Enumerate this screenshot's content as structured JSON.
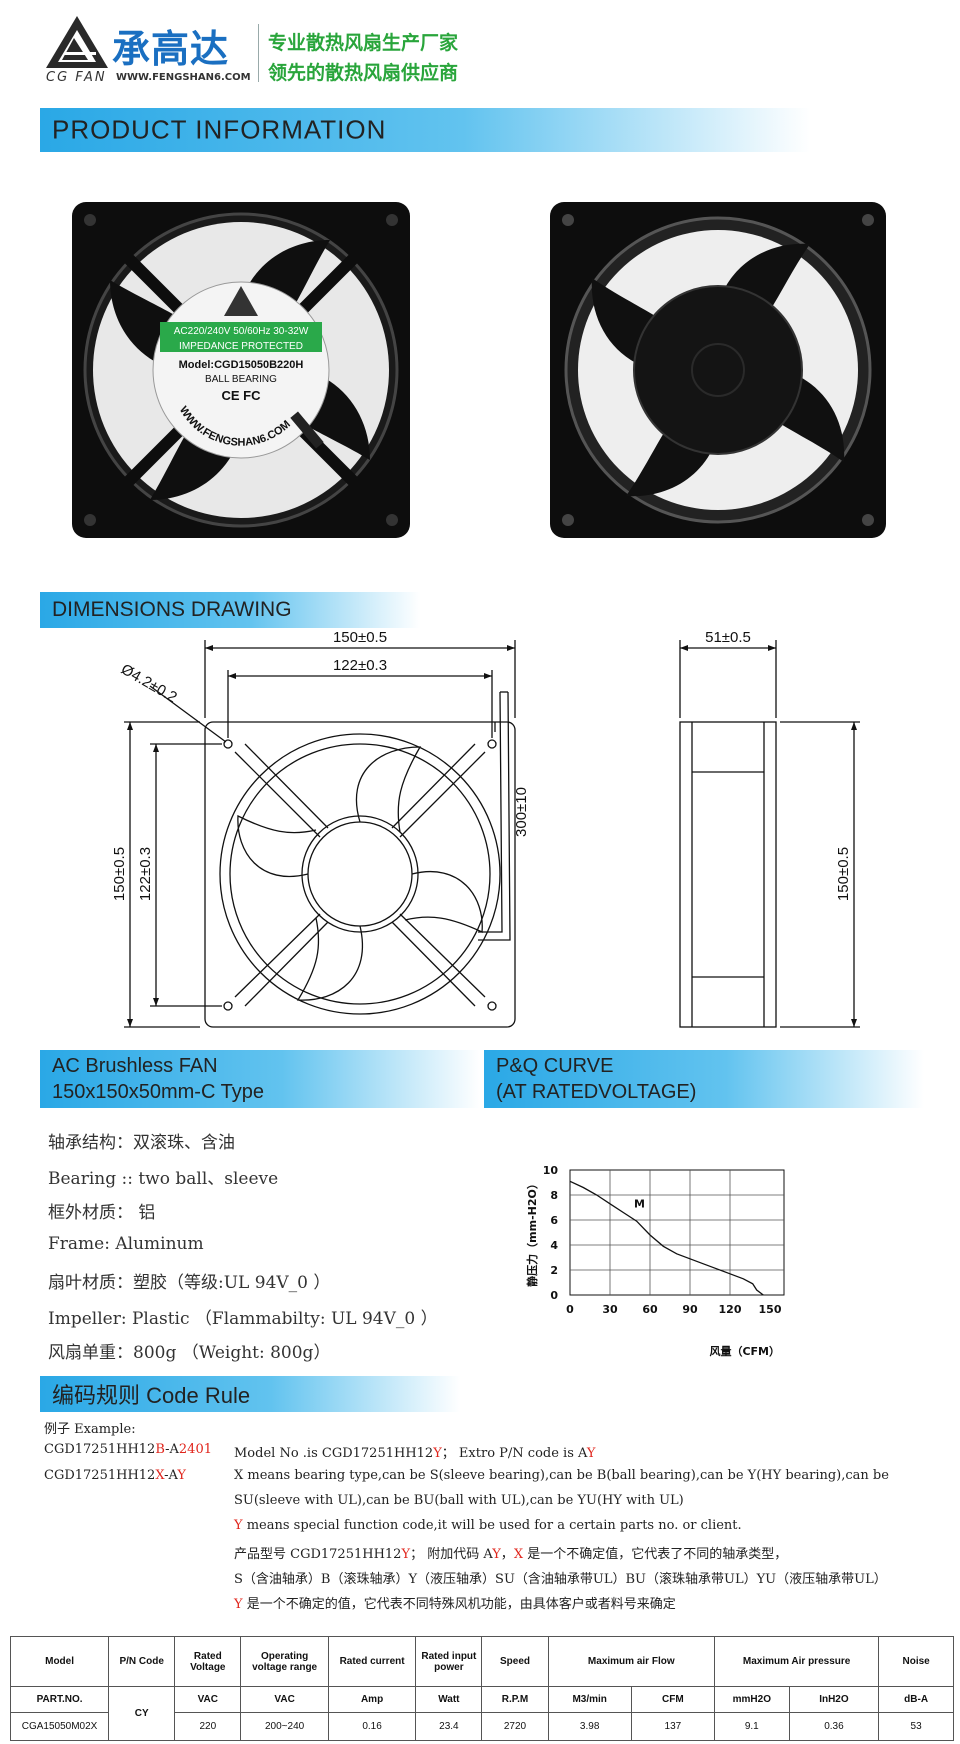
{
  "header": {
    "logo_cn": "承高达",
    "logo_en": "CG FAN",
    "logo_url": "WWW.FENGSHAN6.COM",
    "slogan_line1": "专业散热风扇生产厂家",
    "slogan_line2": "领先的散热风扇供应商",
    "brand_color": "#1a6fc1",
    "slogan_color": "#29a53b"
  },
  "sections": {
    "product_info": "PRODUCT  INFORMATION",
    "dimensions": "DIMENSIONS  DRAWING",
    "ac_prefix": "AC",
    "ac_title": " Brushless  FAN",
    "ac_subtitle": "150x150x50mm-C Type",
    "pq_title": "P&Q  CURVE",
    "pq_subtitle": "(AT  RATEDVOLTAGE)",
    "code_rule": "编码规则 Code  Rule"
  },
  "fan_label": {
    "line1": "AC220/240V 50/60Hz 30-32W",
    "line2": "IMPEDANCE  PROTECTED",
    "line3": "Model:CGD15050B220H",
    "line4": "BALL BEARING",
    "line5": "CE FC",
    "arc_text": "WWW.FENGSHAN6.COM"
  },
  "drawing": {
    "overall_width": "150±0.5",
    "hole_pitch": "122±0.3",
    "hole_dia": "Ø4.2±0.2",
    "overall_height": "150±0.5",
    "hole_pitch_v": "122±0.3",
    "lead_length": "300±10",
    "depth": "51±0.5",
    "side_height": "150±0.5"
  },
  "specs": [
    "轴承结构：双滚珠、含油",
    "Bearing :: two  ball、sleeve",
    "框外材质：  铝",
    "Frame:   Aluminum",
    "扇叶材质：塑胶（等级:UL 94V_0 ）",
    "Impeller: Plastic （Flammabilty: UL 94V_0 ）",
    "风扇单重：800g （Weight: 800g）"
  ],
  "chart_data": {
    "type": "line",
    "title": "",
    "xlabel": "风量（CFM）",
    "ylabel": "静压力（mm-H2O）",
    "xlim": [
      0,
      150
    ],
    "ylim": [
      0,
      10
    ],
    "x_ticks": [
      0,
      30,
      60,
      90,
      120,
      150
    ],
    "y_ticks": [
      0,
      2,
      4,
      6,
      8,
      10
    ],
    "grid": true,
    "annotation": "M",
    "series": [
      {
        "x": [
          0,
          10,
          20,
          30,
          40,
          50,
          60,
          70,
          80,
          90,
          100,
          110,
          120,
          130,
          137,
          140,
          145
        ],
        "y": [
          9.1,
          8.6,
          8.0,
          7.3,
          6.6,
          5.9,
          4.8,
          3.9,
          3.3,
          2.9,
          2.5,
          2.1,
          1.7,
          1.3,
          0.9,
          0.4,
          0
        ]
      }
    ]
  },
  "code_rule": {
    "example_label": "例子 Example:",
    "ex1_base": "CGD17251HH12",
    "ex1_b": "B",
    "ex1_dash": "-A",
    "ex1_code": "2401",
    "ex1_desc_a": "Model  No .is  CGD17251HH12",
    "ex1_desc_y": "Y",
    "ex1_desc_b": "；  Extro  P/N  code  is  A",
    "ex1_desc_y2": "Y",
    "ex2_base": "CGD17251HH12",
    "ex2_x": "X",
    "ex2_dash": "-A",
    "ex2_y": "Y",
    "line_x1": "X  means  bearing type,can  be S(sleeve bearing),can  be B(ball bearing),can  be Y(HY bearing),can  be",
    "line_x2": "SU(sleeve with UL),can  be BU(ball with UL),can  be YU(HY with UL)",
    "line_y_mark": "Y",
    "line_y": "  means special function code,it will be used for a certain parts no. or client.",
    "cn1_a": "产品型号  CGD17251HH12",
    "cn1_y": "Y",
    "cn1_b": "；  附加代码  A",
    "cn1_y2": "Y",
    "cn1_c": "，",
    "cn1_x": "X",
    "cn1_d": " 是一个不确定值，它代表了不同的轴承类型，",
    "cn2": "S（含油轴承）B（滚珠轴承）Y（液压轴承）SU（含油轴承带UL）BU（滚珠轴承带UL）YU（液压轴承带UL）",
    "cn3_y": "Y",
    "cn3": " 是一个不确定的值，它代表不同特殊风机功能，由具体客户或者料号来确定"
  },
  "table": {
    "headers": [
      "Model",
      "P/N Code",
      "Rated Voltage",
      "Operating voltage range",
      "Rated current",
      "Rated input power",
      "Speed",
      "Maximum air Flow",
      "Maximum  Air pressure",
      "Noise"
    ],
    "units": [
      "PART.NO.",
      "VAC",
      "VAC",
      "Amp",
      "Watt",
      "R.P.M",
      "M3/min",
      "CFM",
      "mmH2O",
      "InH2O",
      "dB-A"
    ],
    "row": [
      "CGA15050M02X",
      "CY",
      "220",
      "200~240",
      "0.16",
      "23.4",
      "2720",
      "3.98",
      "137",
      "9.1",
      "0.36",
      "53"
    ]
  }
}
